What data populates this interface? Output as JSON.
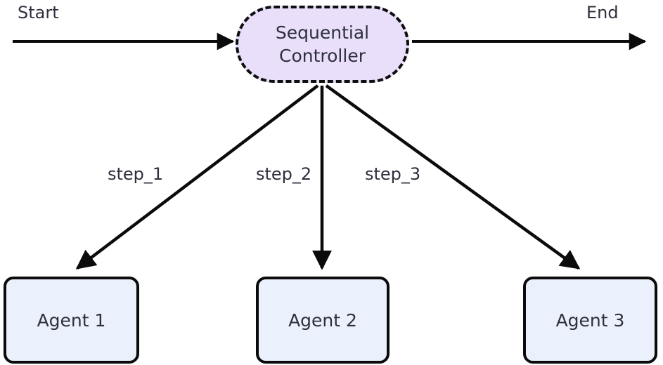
{
  "diagram": {
    "type": "flowchart",
    "title": "Sequential Controller agent dispatch flowchart",
    "background_color": "#ffffff",
    "text_color": "#2f2f3d",
    "stroke_color": "#0b0b0b",
    "nodes": [
      {
        "id": "controller",
        "label_line_1": "Sequential",
        "label_line_2": "Controller",
        "shape": "stadium",
        "fill_color": "#e9dffb",
        "border_style": "dashed",
        "border_color": "#0e0e0e"
      },
      {
        "id": "agent_1",
        "label": "Agent 1",
        "shape": "rounded-rectangle",
        "fill_color": "#ebf1fc",
        "border_style": "solid",
        "border_color": "#0b0b0b"
      },
      {
        "id": "agent_2",
        "label": "Agent 2",
        "shape": "rounded-rectangle",
        "fill_color": "#ebf1fc",
        "border_style": "solid",
        "border_color": "#0b0b0b"
      },
      {
        "id": "agent_3",
        "label": "Agent 3",
        "shape": "rounded-rectangle",
        "fill_color": "#ebf1fc",
        "border_style": "solid",
        "border_color": "#0b0b0b"
      }
    ],
    "edges": [
      {
        "id": "edge_start",
        "label": "Start",
        "from": "start_terminal",
        "to": "controller",
        "direction": "right"
      },
      {
        "id": "edge_end",
        "label": "End",
        "from": "controller",
        "to": "end_terminal",
        "direction": "right"
      },
      {
        "id": "edge_step_1",
        "label": "step_1",
        "from": "controller",
        "to": "agent_1",
        "direction": "down-left"
      },
      {
        "id": "edge_step_2",
        "label": "step_2",
        "from": "controller",
        "to": "agent_2",
        "direction": "down"
      },
      {
        "id": "edge_step_3",
        "label": "step_3",
        "from": "controller",
        "to": "agent_3",
        "direction": "down-right"
      }
    ]
  }
}
